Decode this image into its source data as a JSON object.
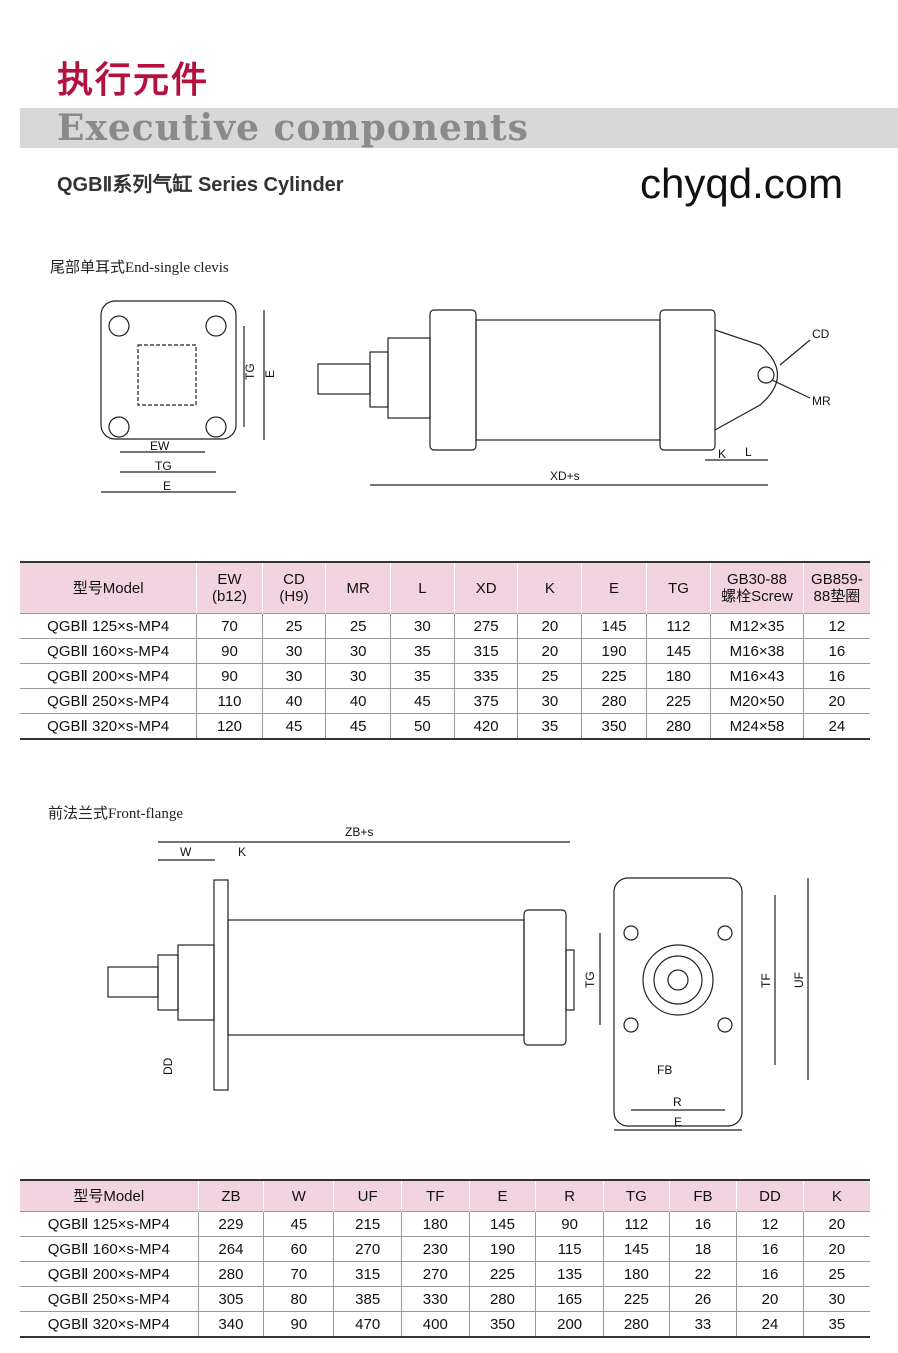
{
  "header": {
    "title_cn": "执行元件",
    "title_en": "Executive components",
    "subtitle": "QGBⅡ系列气缸  Series Cylinder"
  },
  "section1": {
    "caption": "尾部单耳式End-single clevis",
    "labels": {
      "ew": "EW",
      "tg": "TG",
      "e": "E",
      "tg_v": "TG",
      "e_v": "E",
      "cd": "CD",
      "mr": "MR",
      "xd": "XD+s",
      "k": "K",
      "l": "L"
    },
    "table": {
      "headers": [
        "型号Model",
        "EW\n(b12)",
        "CD\n(H9)",
        "MR",
        "L",
        "XD",
        "K",
        "E",
        "TG",
        "GB30-88\n螺栓Screw",
        "GB859-\n88垫圈"
      ],
      "rows": [
        [
          "QGBⅡ 125×s-MP4",
          "70",
          "25",
          "25",
          "30",
          "275",
          "20",
          "145",
          "112",
          "M12×35",
          "12"
        ],
        [
          "QGBⅡ 160×s-MP4",
          "90",
          "30",
          "30",
          "35",
          "315",
          "20",
          "190",
          "145",
          "M16×38",
          "16"
        ],
        [
          "QGBⅡ 200×s-MP4",
          "90",
          "30",
          "30",
          "35",
          "335",
          "25",
          "225",
          "180",
          "M16×43",
          "16"
        ],
        [
          "QGBⅡ 250×s-MP4",
          "110",
          "40",
          "40",
          "45",
          "375",
          "30",
          "280",
          "225",
          "M20×50",
          "20"
        ],
        [
          "QGBⅡ 320×s-MP4",
          "120",
          "45",
          "45",
          "50",
          "420",
          "35",
          "350",
          "280",
          "M24×58",
          "24"
        ]
      ]
    }
  },
  "section2": {
    "caption": "前法兰式Front-flange",
    "labels": {
      "zb": "ZB+s",
      "w": "W",
      "k": "K",
      "dd": "DD",
      "tg": "TG",
      "tf": "TF",
      "uf": "UF",
      "fb": "FB",
      "r": "R",
      "e": "E"
    },
    "table": {
      "headers": [
        "型号Model",
        "ZB",
        "W",
        "UF",
        "TF",
        "E",
        "R",
        "TG",
        "FB",
        "DD",
        "K"
      ],
      "rows": [
        [
          "QGBⅡ 125×s-MP4",
          "229",
          "45",
          "215",
          "180",
          "145",
          "90",
          "112",
          "16",
          "12",
          "20"
        ],
        [
          "QGBⅡ 160×s-MP4",
          "264",
          "60",
          "270",
          "230",
          "190",
          "115",
          "145",
          "18",
          "16",
          "20"
        ],
        [
          "QGBⅡ 200×s-MP4",
          "280",
          "70",
          "315",
          "270",
          "225",
          "135",
          "180",
          "22",
          "16",
          "25"
        ],
        [
          "QGBⅡ 250×s-MP4",
          "305",
          "80",
          "385",
          "330",
          "280",
          "165",
          "225",
          "26",
          "20",
          "30"
        ],
        [
          "QGBⅡ 320×s-MP4",
          "340",
          "90",
          "470",
          "400",
          "350",
          "200",
          "280",
          "33",
          "24",
          "35"
        ]
      ]
    }
  },
  "watermark": "chyqd.com"
}
